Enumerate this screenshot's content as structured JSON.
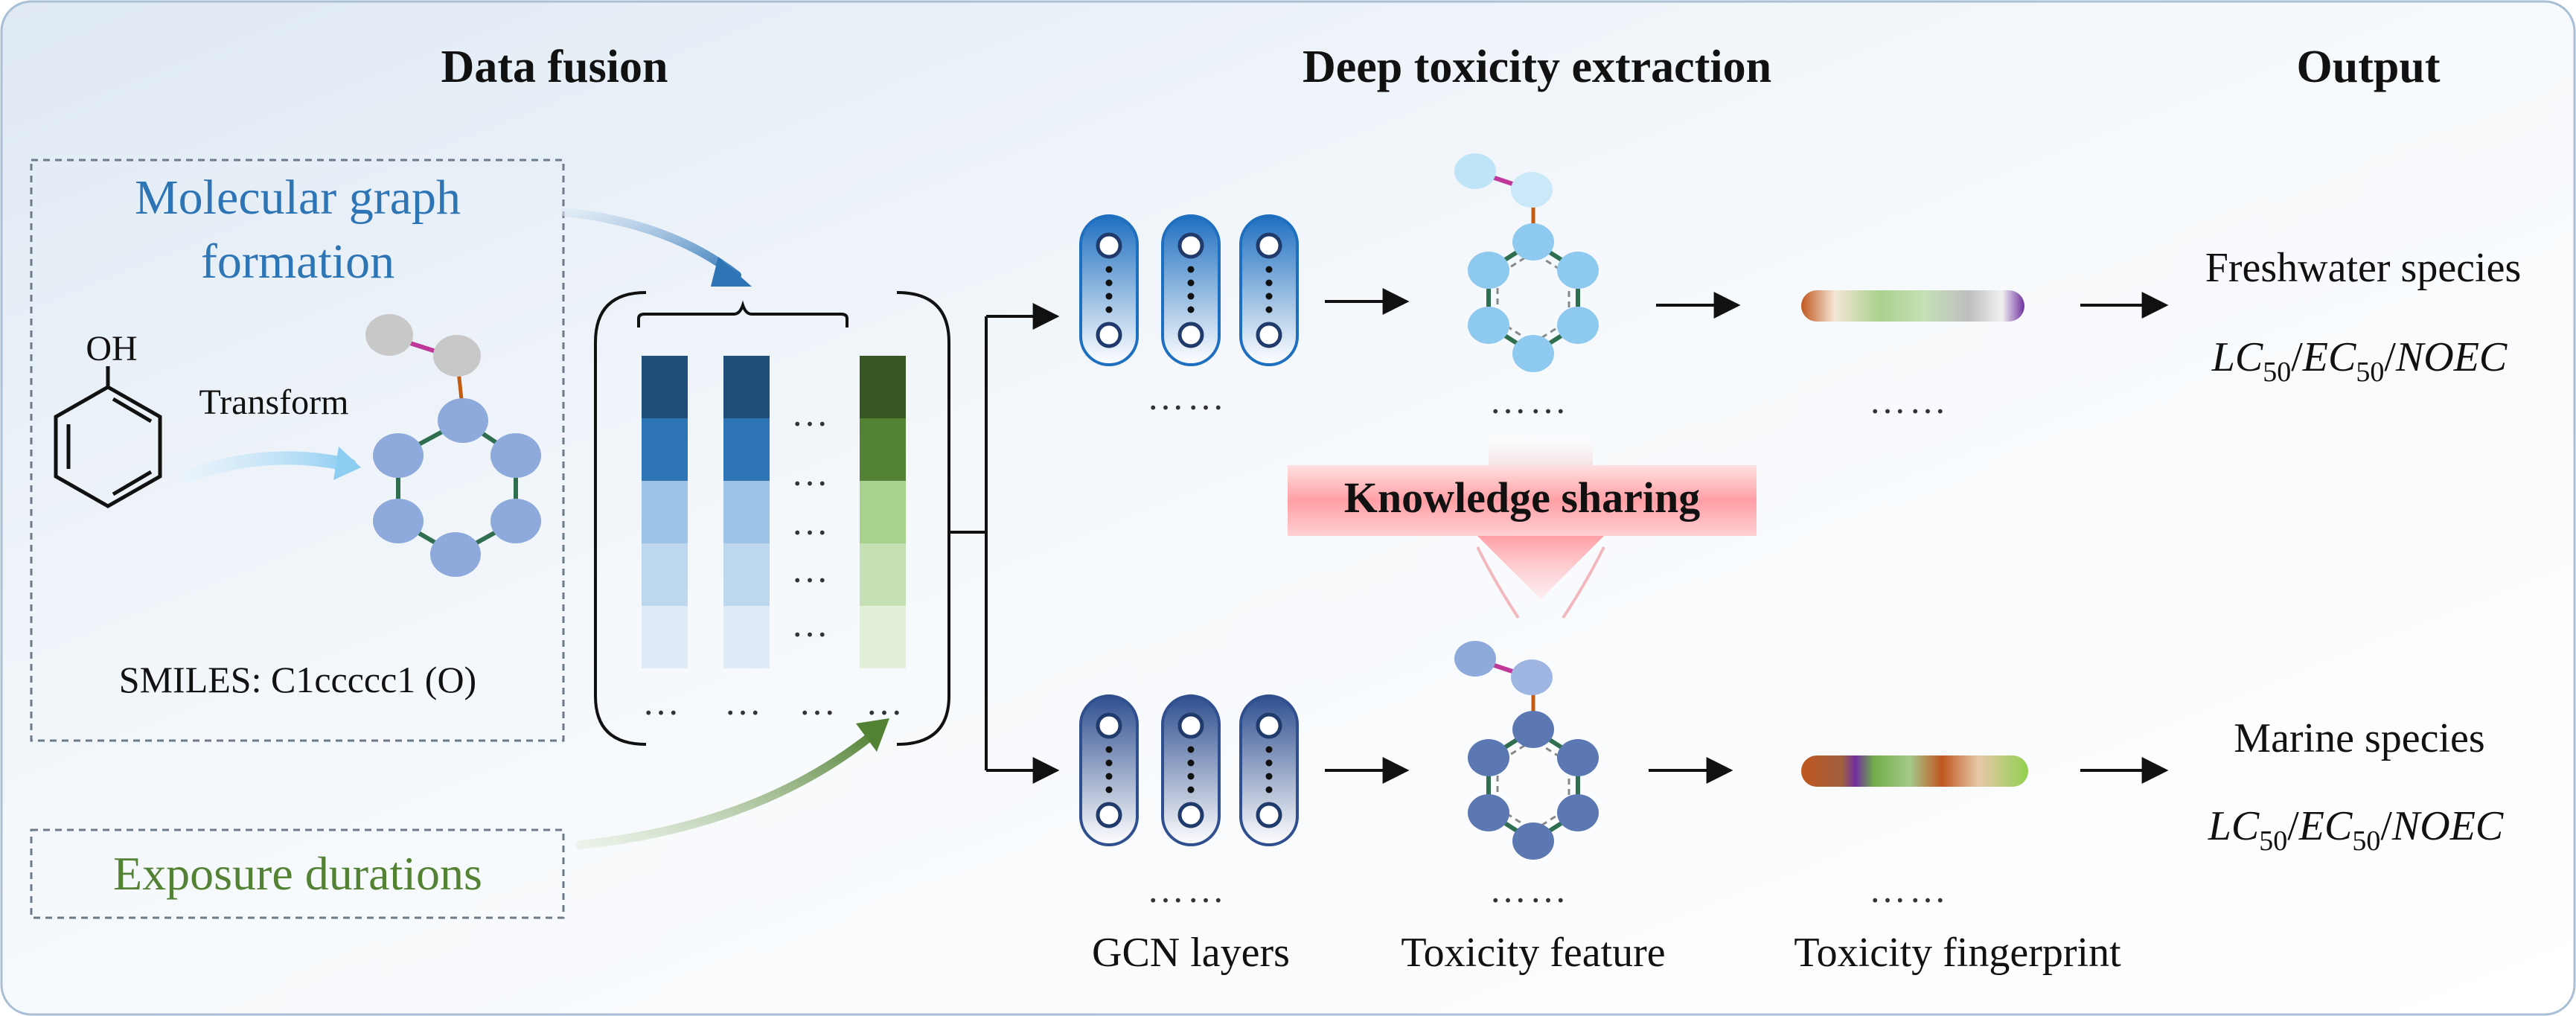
{
  "headers": {
    "data_fusion": "Data fusion",
    "deep_extraction": "Deep toxicity extraction",
    "output": "Output"
  },
  "left_panel": {
    "molecular_title_line1": "Molecular graph",
    "molecular_title_line2": "formation",
    "oh_label": "OH",
    "transform_label": "Transform",
    "smiles_label": "SMILES: C1ccccc1 (O)",
    "exposure_label": "Exposure durations"
  },
  "fusion_matrix": {
    "dots": "…",
    "blue_column_colors": [
      "#1f4e79",
      "#2e75b6",
      "#9dc3e6",
      "#bdd7ee",
      "#deebf7"
    ],
    "green_column_colors": [
      "#375623",
      "#548235",
      "#a9d18e",
      "#c5e0b4",
      "#e2f0d9"
    ]
  },
  "middle": {
    "knowledge_sharing": "Knowledge sharing",
    "ellipsis": "……",
    "gcn_layers_label": "GCN layers",
    "toxicity_feature_label": "Toxicity feature",
    "toxicity_fingerprint_label": "Toxicity fingerprint"
  },
  "outputs": {
    "freshwater": "Freshwater species",
    "marine": "Marine species",
    "metric_lc": "LC",
    "metric_ec": "EC",
    "metric_noec": "NOEC",
    "subscript": "50",
    "slash": "/"
  },
  "colors": {
    "blue_text": "#2e75b6",
    "green_text": "#548235",
    "fresh_node": "#8ec9f0",
    "marine_node": "#5b78b3",
    "left_node": "#8ea9db",
    "bond_green": "#2f6f4f",
    "bond_orange": "#c55a11",
    "bond_magenta": "#c0399a"
  }
}
